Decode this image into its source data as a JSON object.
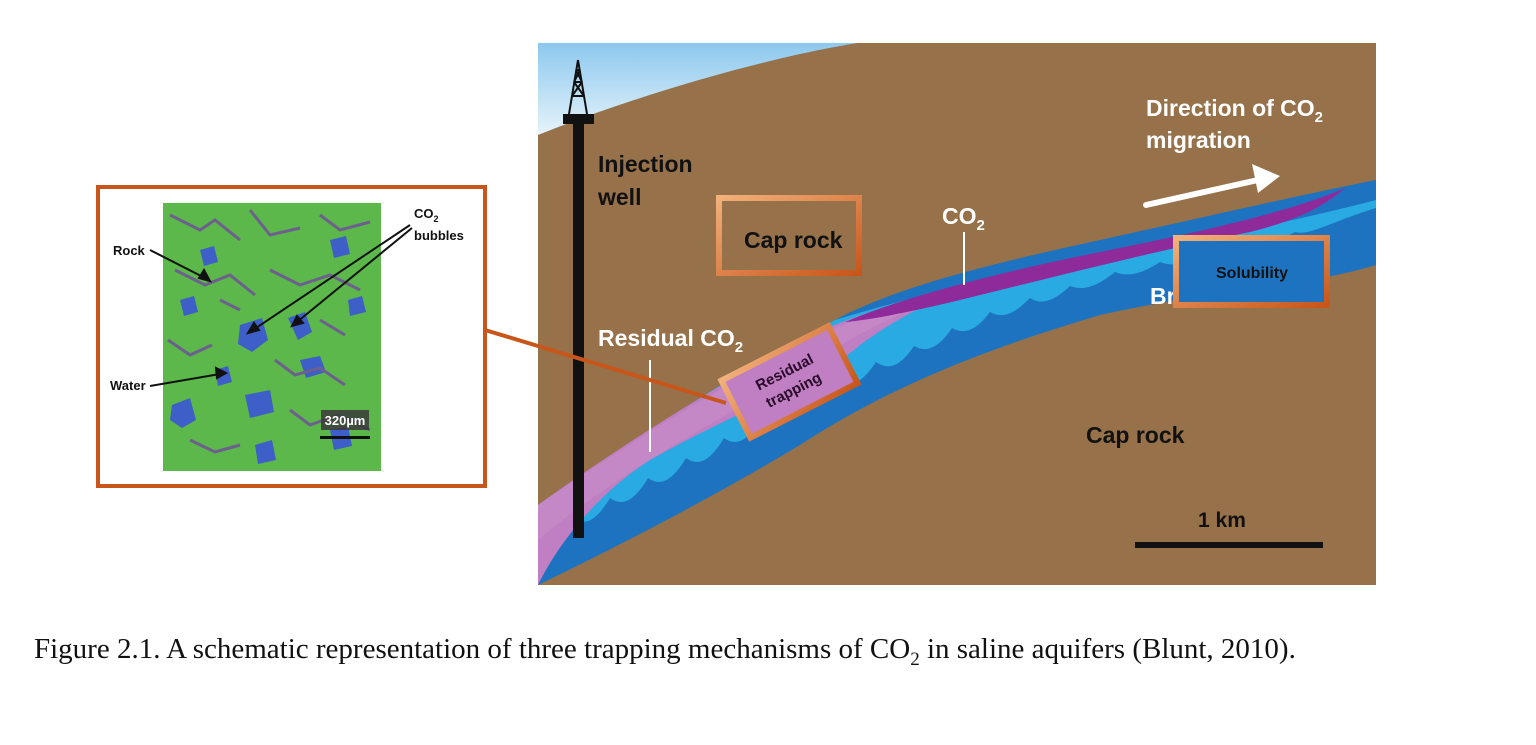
{
  "diagram": {
    "labels": {
      "injection_well_line1": "Injection",
      "injection_well_line2": "well",
      "direction_line1": "Direction of CO",
      "direction_sub": "2",
      "direction_line2": "migration",
      "cap_rock_upper": "Cap rock",
      "cap_rock_lower": "Cap rock",
      "co2_prefix": "CO",
      "co2_sub": "2",
      "brine": "Brine",
      "residual_co2_prefix": "Residual CO",
      "residual_co2_sub": "2",
      "scale_bar": "1 km",
      "residual_trapping_line1": "Residual",
      "residual_trapping_line2": "trapping",
      "solubility": "Solubility"
    },
    "micrograph": {
      "rock": "Rock",
      "water": "Water",
      "co2_prefix": "CO",
      "co2_sub": "2",
      "bubbles": "bubbles",
      "scale": "320µm"
    },
    "colors": {
      "rock": "#96714a",
      "sky": "#9fd3f1",
      "brine_dark": "#1e73c0",
      "brine_light": "#29aae2",
      "co2_plume": "#8f2a9a",
      "residual_co2": "#bf7fc2",
      "highlight_box": "#d0641e",
      "micrograph_green": "#5cb84a",
      "micrograph_blue": "#3d5fc7"
    }
  },
  "caption": {
    "text_before": "Figure 2.1. A schematic representation of three trapping mechanisms of CO",
    "sub": "2",
    "text_after": " in saline aquifers (Blunt, 2010)."
  }
}
